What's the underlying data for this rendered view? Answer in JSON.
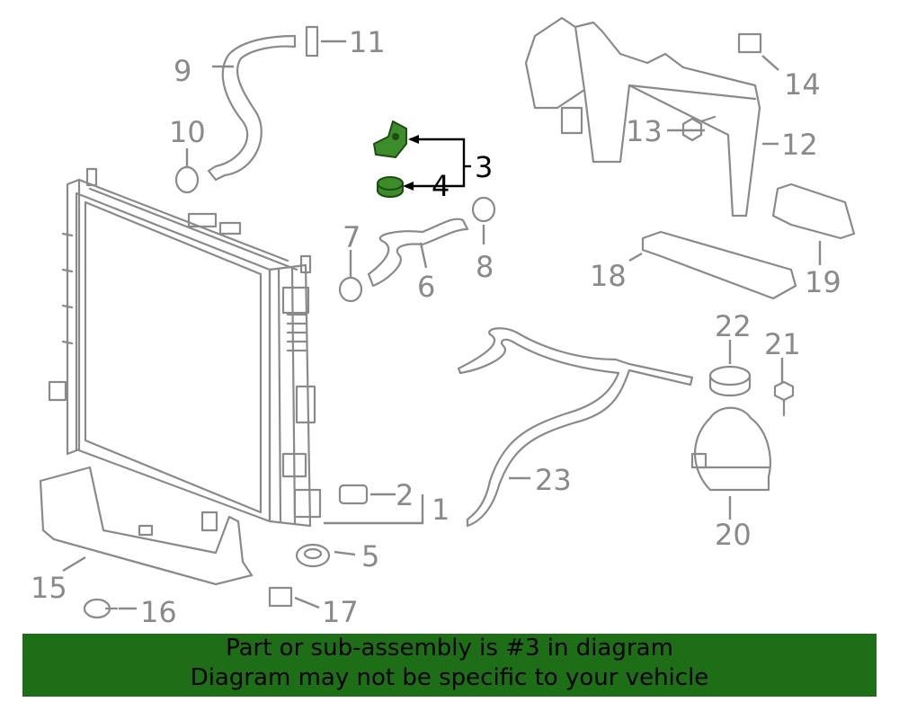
{
  "diagram": {
    "highlight_color": "#3c8c2a",
    "part_color": "#8a8a8a",
    "callouts": {
      "c1": "1",
      "c2": "2",
      "c3": "3",
      "c4": "4",
      "c5": "5",
      "c6": "6",
      "c7": "7",
      "c8": "8",
      "c9": "9",
      "c10": "10",
      "c11": "11",
      "c12": "12",
      "c13": "13",
      "c14": "14",
      "c15": "15",
      "c16": "16",
      "c17": "17",
      "c18": "18",
      "c19": "19",
      "c20": "20",
      "c21": "21",
      "c22": "22",
      "c23": "23"
    },
    "highlighted_callouts": [
      "3",
      "4"
    ]
  },
  "banner": {
    "background": "#1e6e18",
    "line1": "Part or sub-assembly is #3 in diagram",
    "line2": "Diagram may not be specific to your vehicle"
  }
}
